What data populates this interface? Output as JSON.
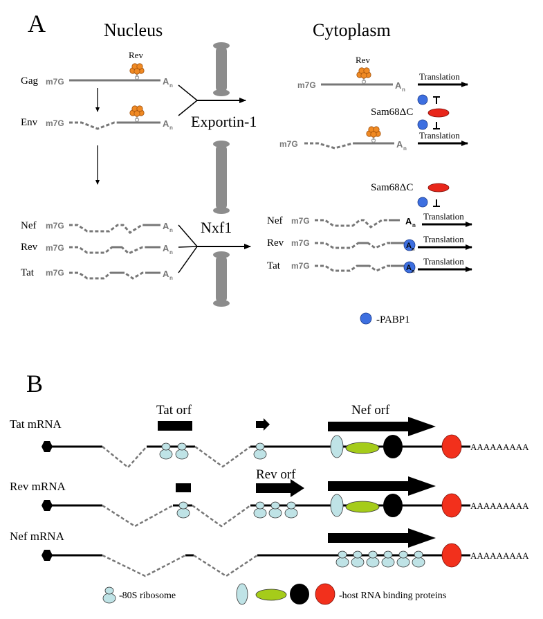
{
  "panel_a": {
    "label": "A",
    "nucleus": "Nucleus",
    "cytoplasm": "Cytoplasm",
    "rev_protein": "Rev",
    "cap": "m7G",
    "polya_main": "A",
    "polya_sub": "n",
    "exporter_1": "Exportin-1",
    "exporter_2": "Nxf1",
    "translation": "Translation",
    "sam68": "Sam68ΔC",
    "pabp_legend": "-PABP1",
    "nuc_transcripts": [
      "Gag",
      "Env",
      "Nef",
      "Rev",
      "Tat"
    ],
    "cyt_transcripts": [
      "Nef",
      "Rev",
      "Tat"
    ]
  },
  "panel_b": {
    "label": "B",
    "mrnas": [
      "Tat mRNA",
      "Rev mRNA",
      "Nef mRNA"
    ],
    "tat_orf": "Tat orf",
    "rev_orf": "Rev orf",
    "nef_orf": "Nef orf",
    "polya": "AAAAAAAAA",
    "ribosome_legend": "-80S ribosome",
    "rbp_legend": "-host RNA binding proteins"
  },
  "colors": {
    "rev_orange": "#f08a24",
    "pabp_blue": "#3d6fe0",
    "sam68_red": "#e8261a",
    "ribosome_blue": "#bfe3e6",
    "rbp_green": "#a5cc1a",
    "rbp_red": "#f2301c",
    "exporter_grey": "#8c8c8c"
  },
  "icons": [
    "rev-protein-icon",
    "exporter-icon",
    "pabp1-icon",
    "sam68-icon",
    "ribosome-icon",
    "cap-icon",
    "rbp-icon"
  ]
}
